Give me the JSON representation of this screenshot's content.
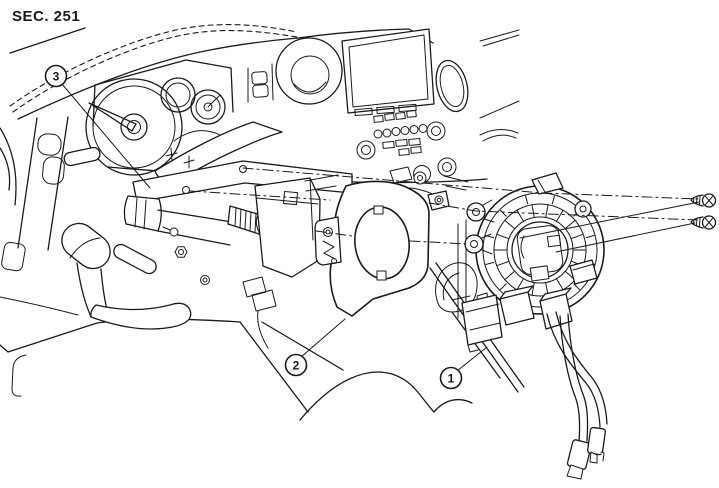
{
  "title": "SEC. 251",
  "callouts": [
    {
      "number": "1"
    },
    {
      "number": "2"
    },
    {
      "number": "3"
    }
  ],
  "colors": {
    "line": "#1a1a1a",
    "background": "#ffffff"
  }
}
